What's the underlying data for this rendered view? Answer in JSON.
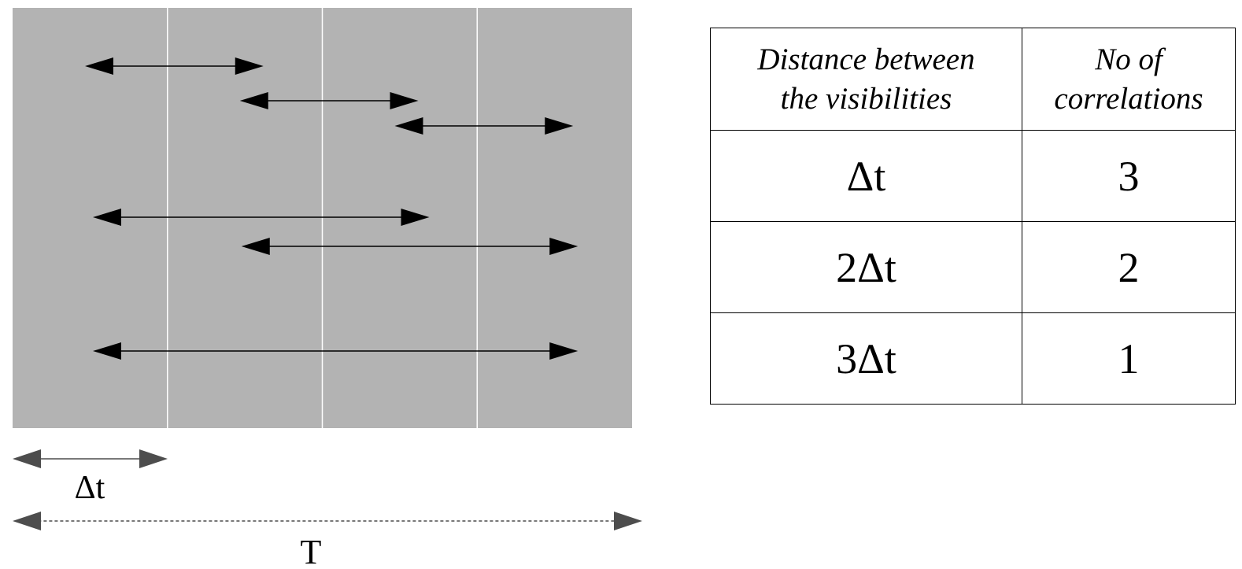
{
  "diagram": {
    "timeline_columns": 4,
    "delta_label": "Δt",
    "total_label": "T",
    "colors": {
      "panel": "#b3b3b3",
      "separator": "#ffffff",
      "arrow": "#000000",
      "dimension_arrow": "#4d4d4d"
    },
    "correlation_arrows": [
      {
        "from_slot": 0,
        "to_slot": 1,
        "span": 1
      },
      {
        "from_slot": 1,
        "to_slot": 2,
        "span": 1
      },
      {
        "from_slot": 2,
        "to_slot": 3,
        "span": 1
      },
      {
        "from_slot": 0,
        "to_slot": 2,
        "span": 2
      },
      {
        "from_slot": 1,
        "to_slot": 3,
        "span": 2
      },
      {
        "from_slot": 0,
        "to_slot": 3,
        "span": 3
      }
    ]
  },
  "table": {
    "headers": {
      "distance_line1": "Distance between",
      "distance_line2": "the visibilities",
      "count_line1": "No of",
      "count_line2": "correlations"
    },
    "rows": [
      {
        "distance": "Δt",
        "count": "3"
      },
      {
        "distance": "2Δt",
        "count": "2"
      },
      {
        "distance": "3Δt",
        "count": "1"
      }
    ]
  }
}
